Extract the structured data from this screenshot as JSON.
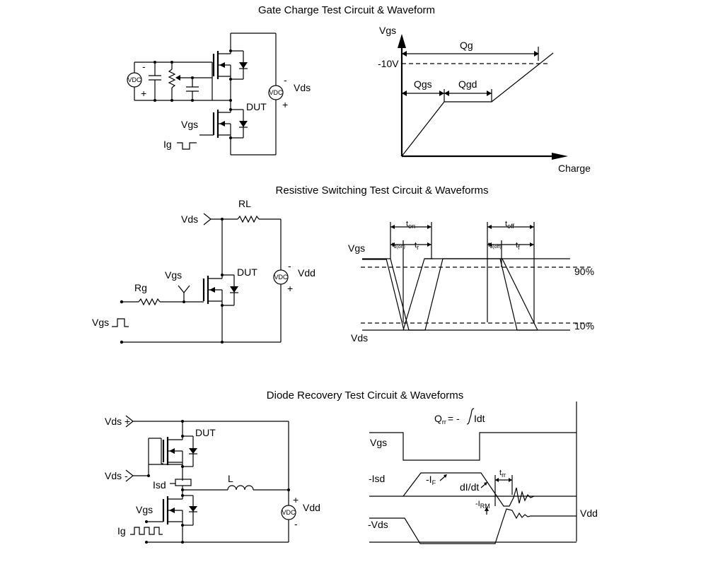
{
  "section1": {
    "title": "Gate Charge Test Circuit & Waveform",
    "circuit": {
      "vdc_left": "VDC",
      "left_minus": "-",
      "left_plus": "+",
      "vdc_right": "VDC",
      "right_minus": "-",
      "right_plus": "+",
      "vds": "Vds",
      "dut": "DUT",
      "vgs": "Vgs",
      "ig": "Ig"
    },
    "waveform": {
      "vgs": "Vgs",
      "qg": "Qg",
      "neg10v": "-10V",
      "qgs": "Qgs",
      "qgd": "Qgd",
      "charge": "Charge"
    }
  },
  "section2": {
    "title": "Resistive Switching Test Circuit & Waveforms",
    "circuit": {
      "vds": "Vds",
      "rl": "RL",
      "vgs": "Vgs",
      "dut": "DUT",
      "rg": "Rg",
      "vdc": "VDC",
      "minus": "-",
      "plus": "+",
      "vdd": "Vdd",
      "vgs_pulse": "Vgs"
    },
    "waveform": {
      "ton": "t",
      "ton_sub": "on",
      "td_on": "t",
      "td_on_sub": "d(on)",
      "tr": "t",
      "tr_sub": "r",
      "toff": "t",
      "toff_sub": "off",
      "td_off": "t",
      "td_off_sub": "d(off)",
      "tf": "t",
      "tf_sub": "f",
      "vgs": "Vgs",
      "vds": "Vds",
      "p90": "90%",
      "p10": "10%"
    }
  },
  "section3": {
    "title": "Diode Recovery Test Circuit & Waveforms",
    "circuit": {
      "vds_plus": "Vds +",
      "vds_minus": "Vds -",
      "dut": "DUT",
      "isd": "Isd",
      "l": "L",
      "vgs": "Vgs",
      "ig": "Ig",
      "vdc": "VDC",
      "plus": "+",
      "minus": "-",
      "vdd": "Vdd"
    },
    "waveform": {
      "qrr": "Q",
      "qrr_sub": "rr",
      "qrr_eq": "= -",
      "qrr_int": "Idt",
      "vgs": "Vgs",
      "isd": "-Isd",
      "if": "-I",
      "if_sub": "F",
      "didt": "dI/dt",
      "trr": "t",
      "trr_sub": "rr",
      "irm": "-I",
      "irm_sub": "RM",
      "vds": "-Vds",
      "vdd": "Vdd"
    }
  }
}
